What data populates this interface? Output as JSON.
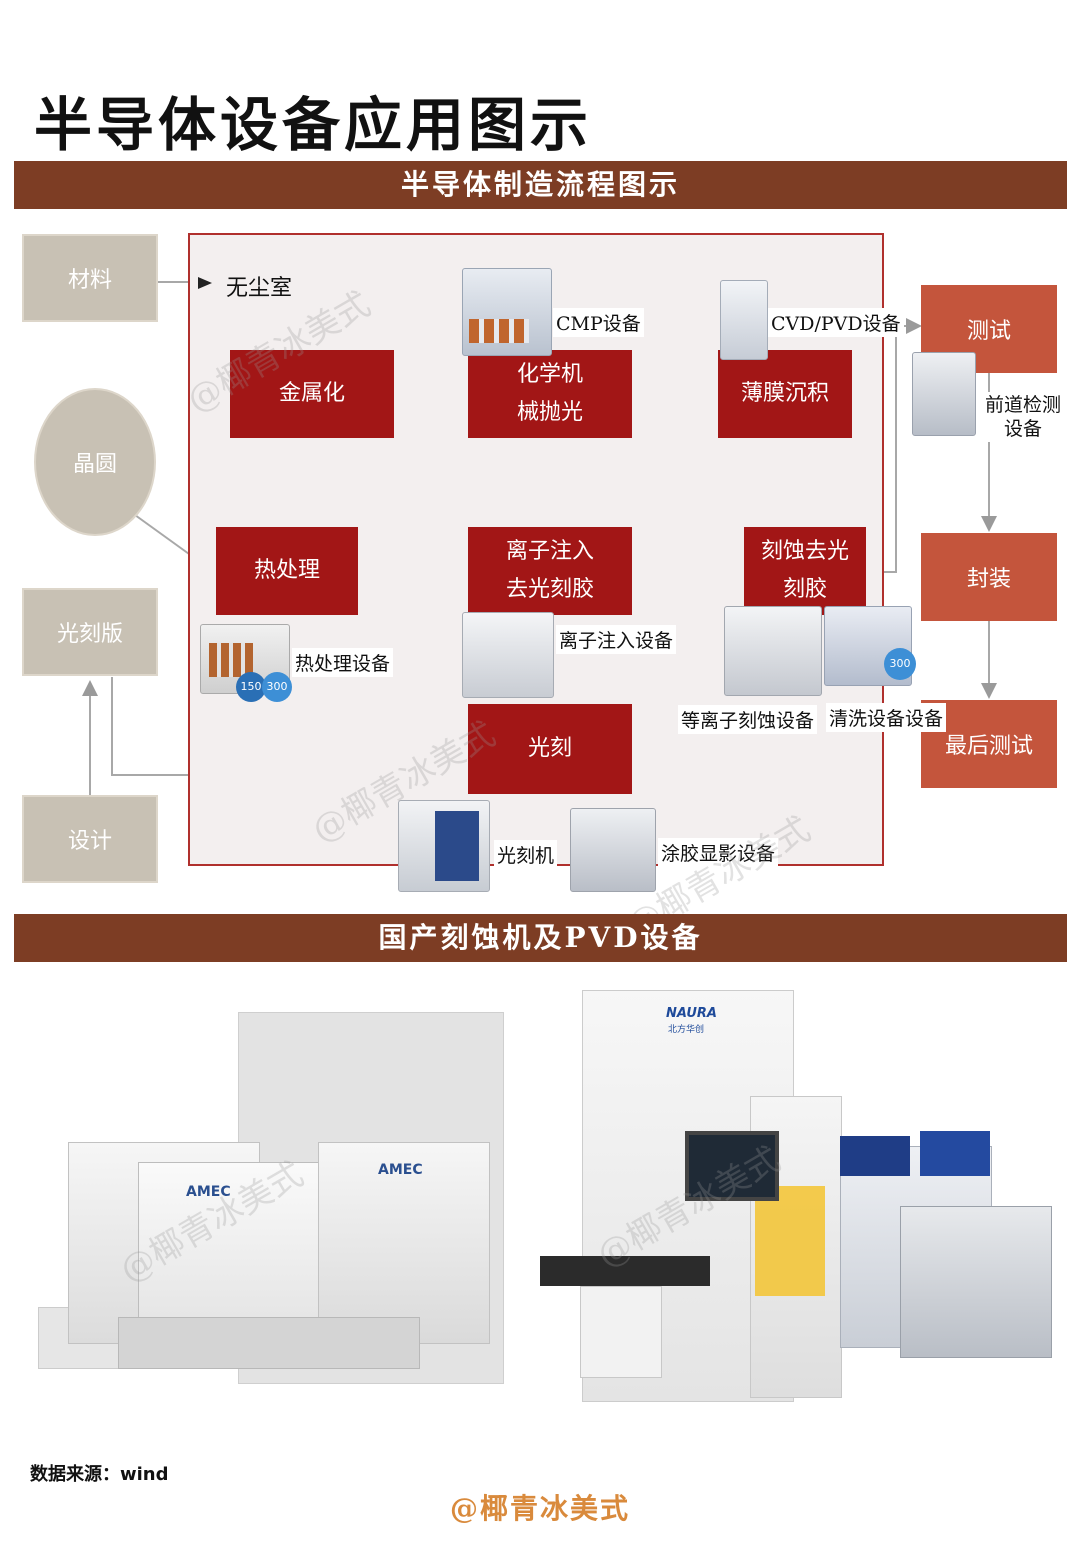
{
  "page_title": "半导体设备应用图示",
  "banner1": "半导体制造流程图示",
  "banner2": "国产刻蚀机及PVD设备",
  "flow": {
    "cleanroom_label": "无尘室",
    "inputs": {
      "material": "材料",
      "wafer": "晶圆",
      "mask": "光刻版",
      "design": "设计"
    },
    "process_boxes": {
      "metallization": "金属化",
      "cmp": "化学机\n械抛光",
      "thin_film": "薄膜沉积",
      "heat": "热处理",
      "ion": "离子注入\n去光刻胶",
      "etch": "刻蚀去光\n刻胶",
      "litho": "光刻"
    },
    "post_boxes": {
      "test": "测试",
      "package": "封装",
      "final_test": "最后测试"
    },
    "equipment_labels": {
      "cmp_equipment": "CMP设备",
      "cvd_pvd": "CVD/PVD设备",
      "inspection": "前道检测\n设备",
      "heat_equipment": "热处理设备",
      "ion_equipment": "离子注入设备",
      "plasma_etch": "等离子刻蚀设备",
      "cleaning": "清洗设备设备",
      "litho_machine": "光刻机",
      "coater": "涂胶显影设备"
    },
    "badges": {
      "b150": "150",
      "b300": "300",
      "b300b": "300"
    }
  },
  "photos": {
    "amec_logo": "AMEC",
    "amec_logo2": "AMEC",
    "naura_logo": "NAURA",
    "naura_sub": "北方华创"
  },
  "watermark": "@椰青冰美式",
  "source": "数据来源：wind",
  "footer": "@椰青冰美式"
}
